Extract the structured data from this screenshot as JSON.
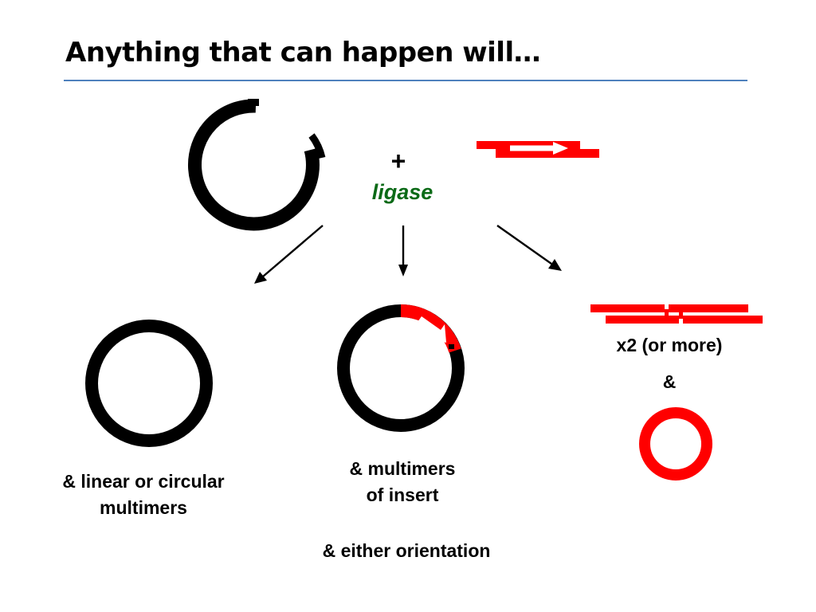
{
  "slide": {
    "title": "Anything that can happen will…",
    "plus": "+",
    "ligase": "ligase"
  },
  "captions": {
    "linear_multimers": [
      "& linear or circular",
      "multimers"
    ],
    "insert_multimers": [
      "& multimers",
      "of insert"
    ],
    "orientation": "& either orientation",
    "x2": "x2 (or more)",
    "ampersand": "&"
  },
  "colors": {
    "vector": "#000000",
    "insert": "#ff0000",
    "accent_rule": "#4f81bd",
    "ligase_text": "#0b6a17"
  }
}
